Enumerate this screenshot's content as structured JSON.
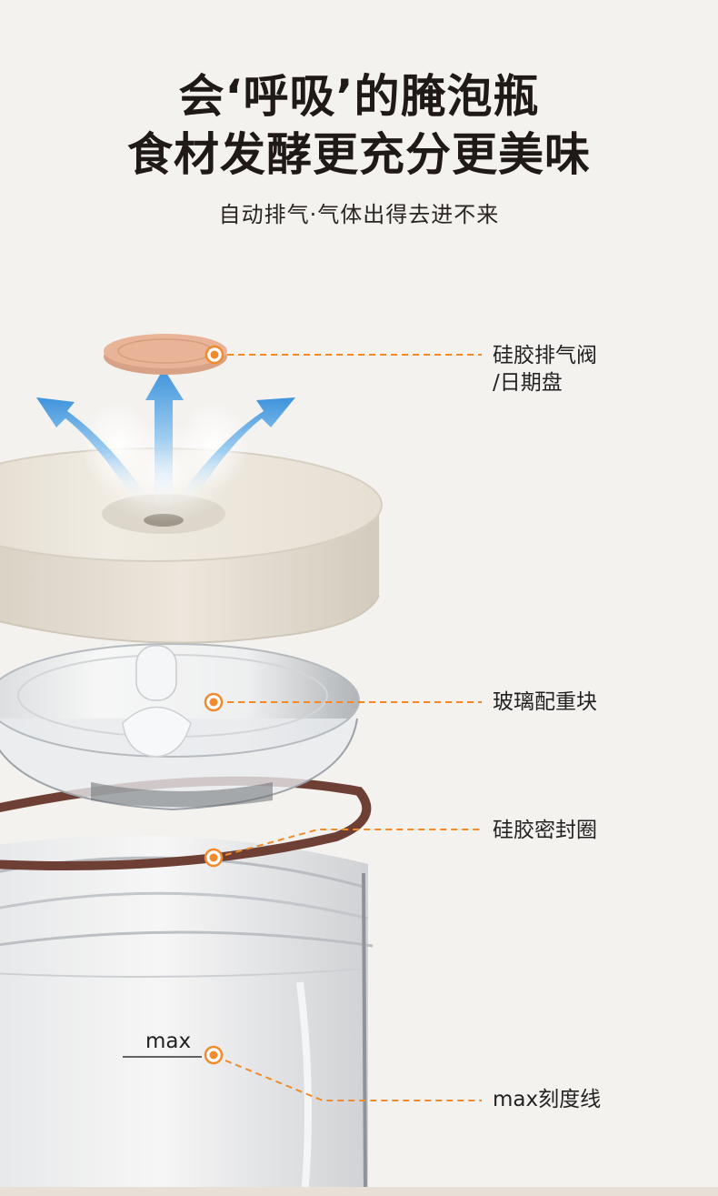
{
  "headline": {
    "line1": "会‘呼吸’的腌泡瓶",
    "line2": "食材发酵更充分更美味"
  },
  "subtitle": "自动排气·气体出得去进不来",
  "callouts": {
    "valve_line1": "硅胶排气阀",
    "valve_line2": "/日期盘",
    "glass_weight": "玻璃配重块",
    "seal_ring": "硅胶密封圈",
    "max_scale": "max刻度线"
  },
  "max_mark": "max",
  "colors": {
    "background": "#f4f2ef",
    "accent_orange": "#f08a2c",
    "lid": "#ece6db",
    "valve": "#e9b397",
    "seal": "#6e3f35",
    "arrow_blue": "#4a9fe0"
  }
}
